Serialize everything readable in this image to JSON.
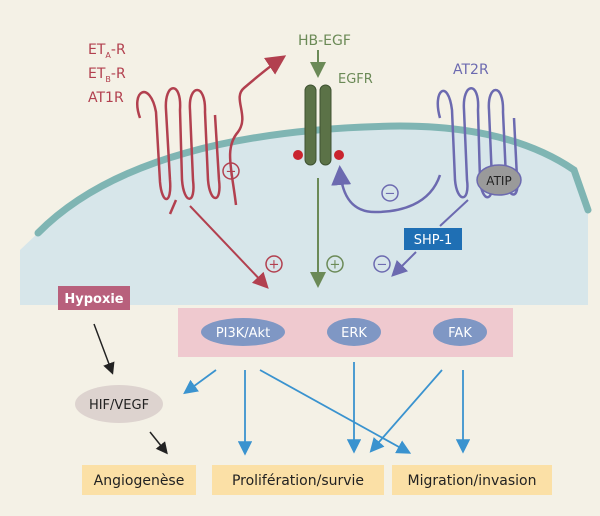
{
  "receptors_left": {
    "line1_main": "ET",
    "line1_sub": "A",
    "line1_suffix": "-R",
    "line2_main": "ET",
    "line2_sub": "B",
    "line2_suffix": "-R",
    "line3": "AT1R"
  },
  "ligand": "HB-EGF",
  "egfr": "EGFR",
  "at2r": "AT2R",
  "atip": "ATIP",
  "shp1": "SHP-1",
  "hypoxie": "Hypoxie",
  "kinases": {
    "pi3k": "PI3K/Akt",
    "erk": "ERK",
    "fak": "FAK"
  },
  "hif": "HIF/VEGF",
  "outcomes": {
    "angio": "Angiogenèse",
    "prolif": "Prolifération/survie",
    "migration": "Migration/invasion"
  },
  "signs": {
    "plus": "+",
    "minus": "−"
  },
  "colors": {
    "background": "#f4f1e6",
    "cell": "#d7e6ea",
    "membrane": "#7fb5b3",
    "receptor_red": "#b2404f",
    "egfr_green": "#6b8a57",
    "at2r_purple": "#6c6ab0",
    "shp1_blue": "#1f6fb4",
    "arrow_blue": "#3a93cf",
    "hypoxie": "#b8607c",
    "kinase_band": "#efc9cf",
    "kinase_oval": "#7f97c4",
    "outcome_box": "#fbe0a6"
  }
}
